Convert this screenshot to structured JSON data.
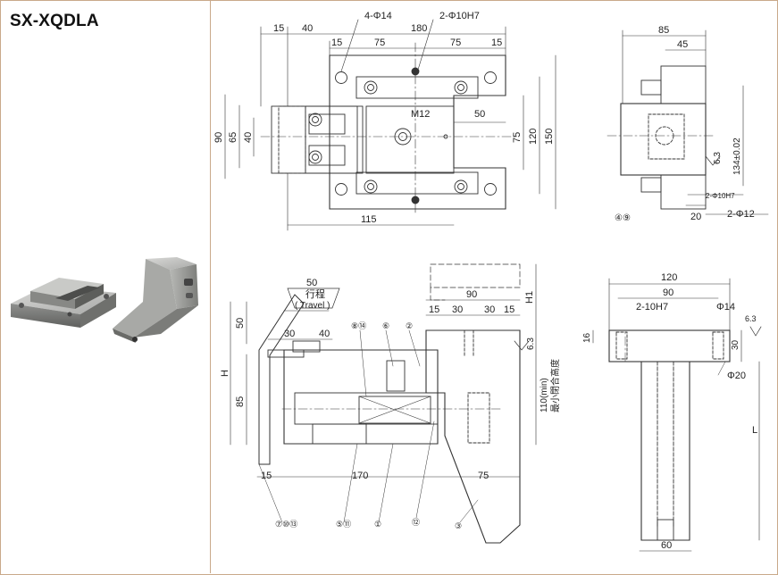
{
  "product": {
    "model": "SX-XQDLA",
    "photo_icon": "product-photo"
  },
  "top_view": {
    "dims": [
      "15",
      "40",
      "180",
      "15",
      "75",
      "75",
      "15",
      "50",
      "90",
      "65",
      "40",
      "75",
      "120",
      "150",
      "115"
    ],
    "callouts": [
      "4-Φ14",
      "2-Φ10H7",
      "M12"
    ]
  },
  "side_view_top": {
    "dims": [
      "85",
      "45",
      "134±0.02",
      "20"
    ],
    "callouts": [
      "2-Φ10H7",
      "2-Φ12",
      "6.3"
    ],
    "part_refs": [
      "④⑨"
    ]
  },
  "front_view": {
    "dims": [
      "50",
      "90",
      "15",
      "30",
      "30",
      "15",
      "30",
      "40",
      "50",
      "85",
      "H",
      "H1",
      "15",
      "170",
      "75",
      "6.3"
    ],
    "travel_label": "行程",
    "travel_label_en": "( Travel )",
    "min_height": "110(min)",
    "min_height_label": "最小閉合高度",
    "part_refs_top": [
      "⑧⑭",
      "⑥",
      "②"
    ],
    "part_refs_bottom": [
      "⑦⑩⑬",
      "⑤⑪",
      "①",
      "⑫",
      "③"
    ]
  },
  "side_view_bottom": {
    "dims": [
      "120",
      "90",
      "16",
      "30",
      "L",
      "60"
    ],
    "callouts": [
      "2-10H7",
      "Φ14",
      "Φ20",
      "6.3"
    ]
  }
}
